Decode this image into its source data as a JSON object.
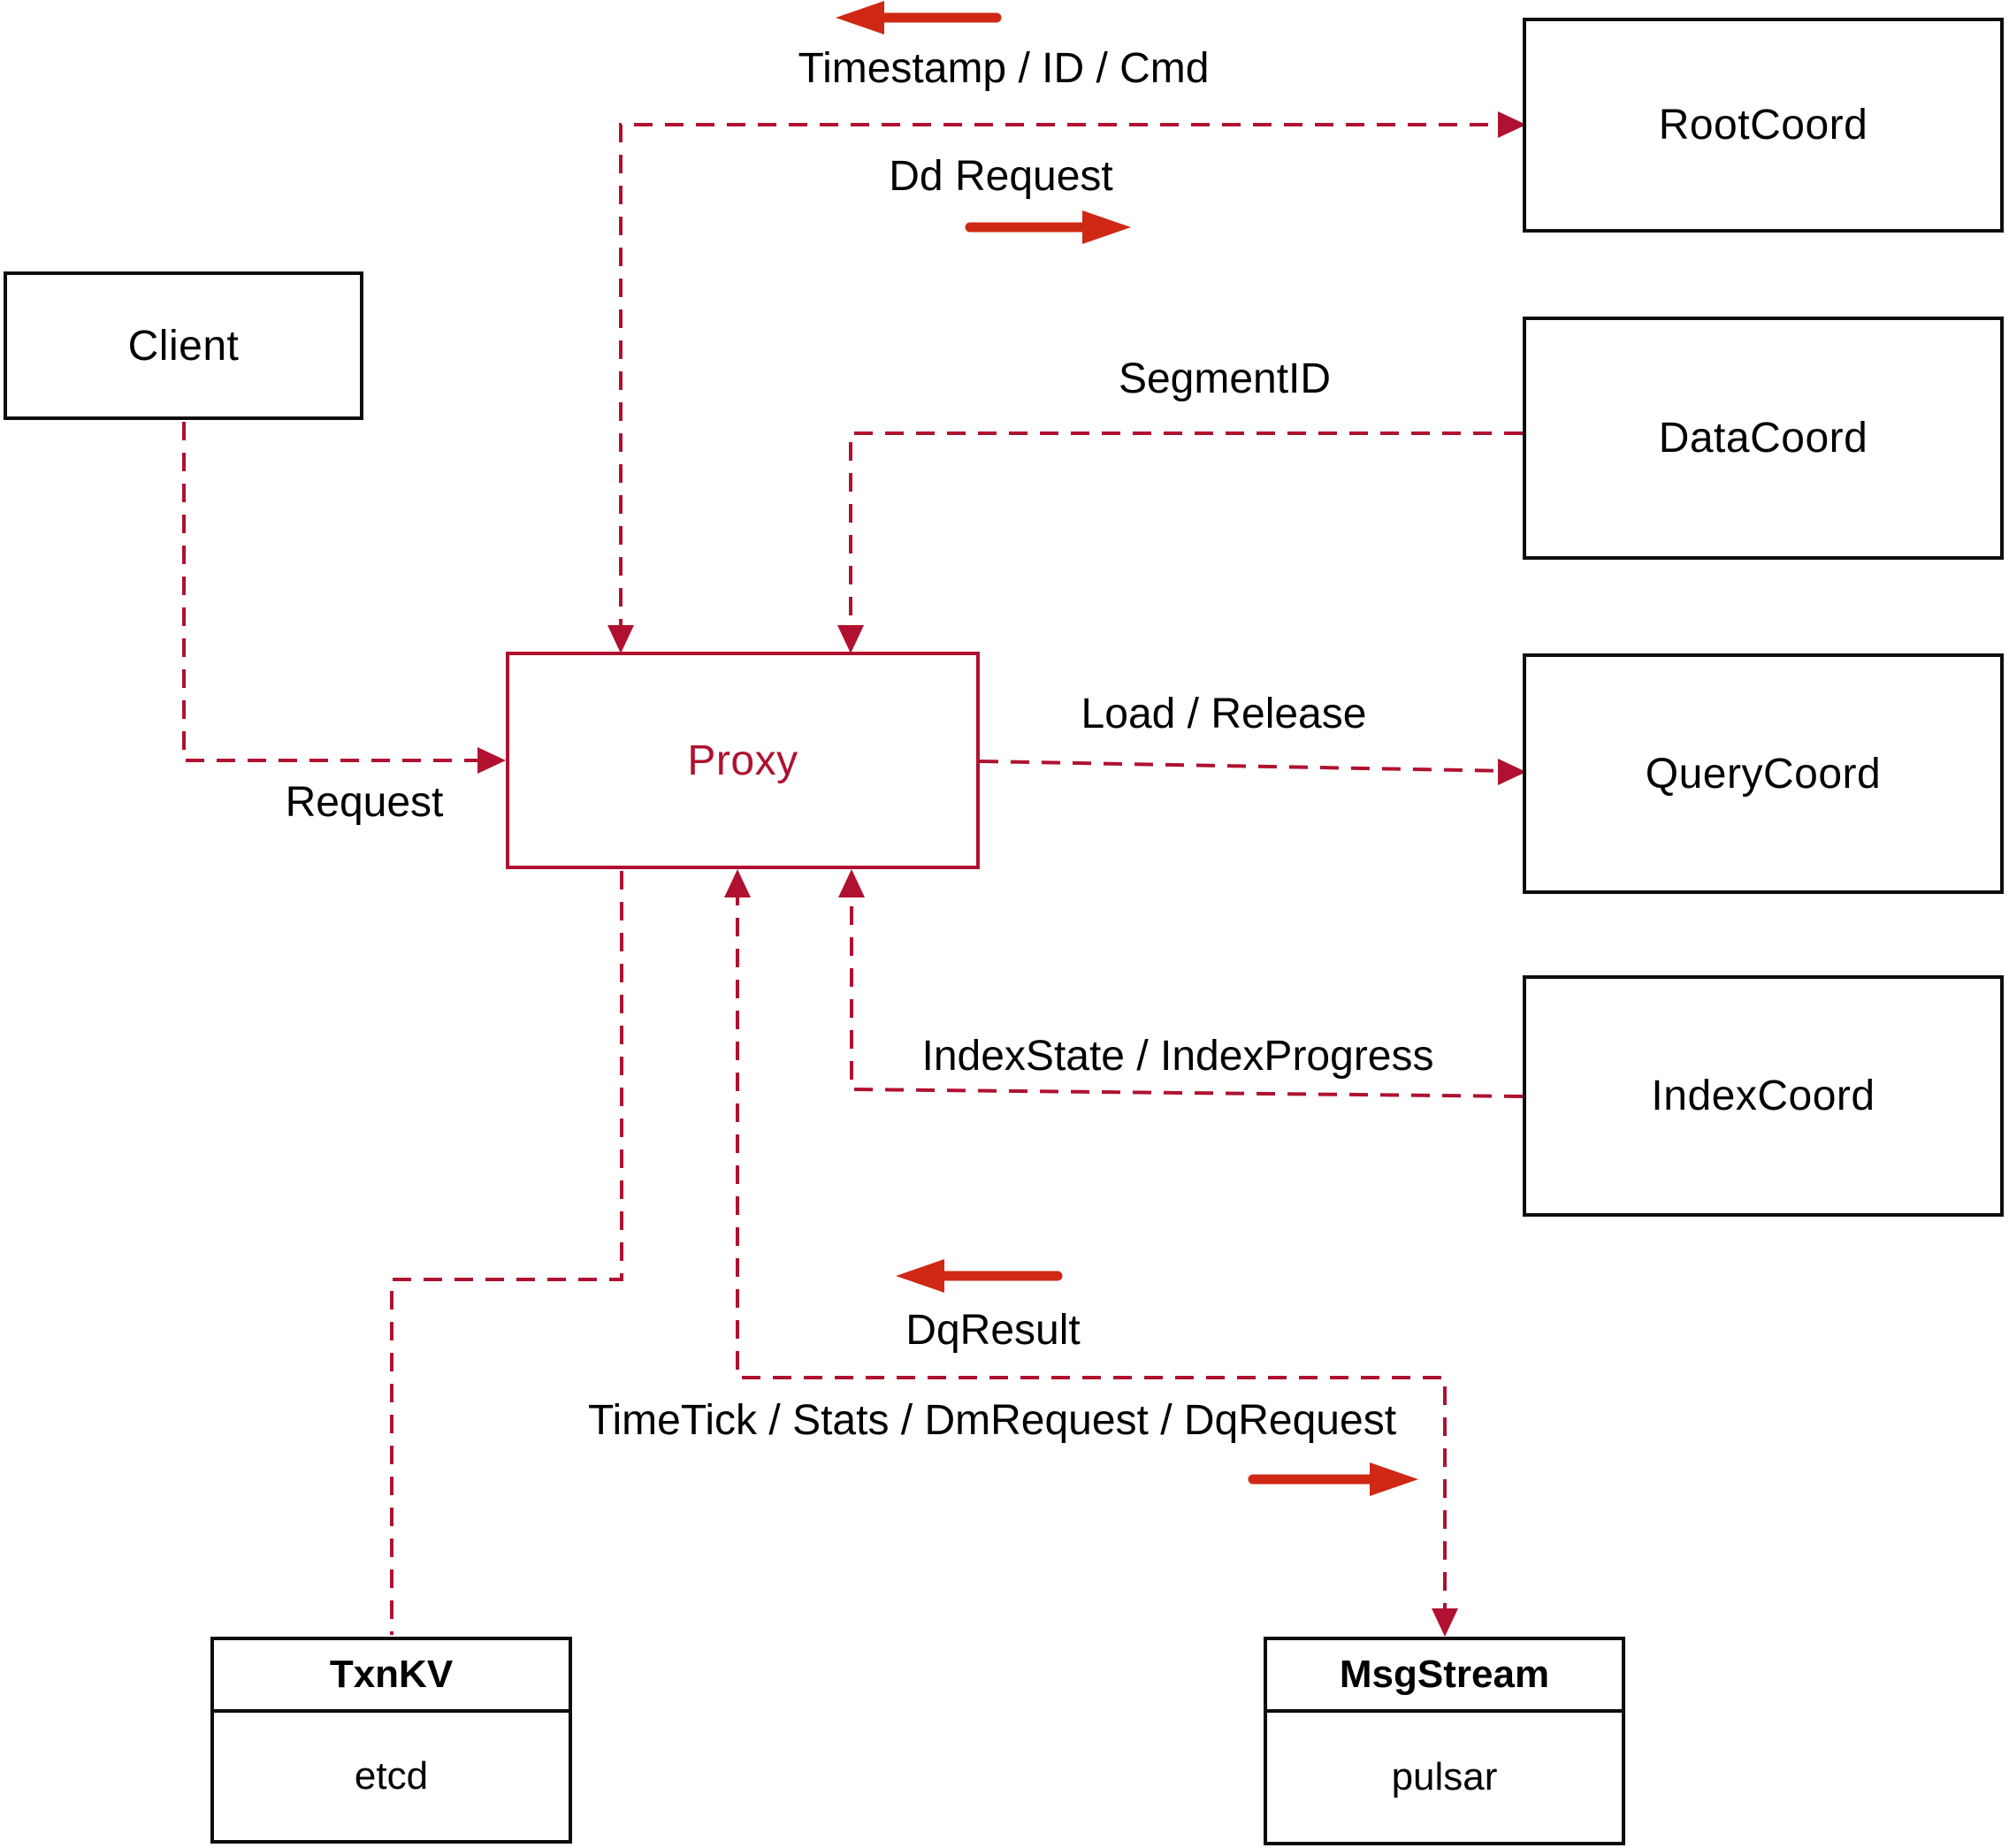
{
  "diagram": {
    "nodes": {
      "client": {
        "label": "Client"
      },
      "rootcoord": {
        "label": "RootCoord"
      },
      "datacoord": {
        "label": "DataCoord"
      },
      "querycoord": {
        "label": "QueryCoord"
      },
      "indexcoord": {
        "label": "IndexCoord"
      },
      "proxy": {
        "label": "Proxy"
      },
      "txnkv": {
        "title": "TxnKV",
        "subtitle": "etcd"
      },
      "msgstream": {
        "title": "MsgStream",
        "subtitle": "pulsar"
      }
    },
    "labels": {
      "timestamp": "Timestamp / ID / Cmd",
      "dd_request": "Dd Request",
      "segment_id": "SegmentID",
      "request": "Request",
      "load_release": "Load / Release",
      "index_state": "IndexState / IndexProgress",
      "dq_result": "DqResult",
      "timetick": "TimeTick / Stats / DmRequest / DqRequest"
    },
    "edges": [
      {
        "from": "Client",
        "to": "Proxy",
        "label": "Request",
        "style": "dashed"
      },
      {
        "from": "Proxy",
        "to": "RootCoord",
        "label": "Dd Request",
        "return_label": "Timestamp / ID / Cmd",
        "style": "dashed",
        "bidirectional": true
      },
      {
        "from": "DataCoord",
        "to": "Proxy",
        "label": "SegmentID",
        "style": "dashed"
      },
      {
        "from": "Proxy",
        "to": "QueryCoord",
        "label": "Load / Release",
        "style": "dashed"
      },
      {
        "from": "IndexCoord",
        "to": "Proxy",
        "label": "IndexState / IndexProgress",
        "style": "dashed"
      },
      {
        "from": "Proxy",
        "to": "TxnKV",
        "style": "dashed"
      },
      {
        "from": "Proxy",
        "to": "MsgStream",
        "label": "TimeTick / Stats / DmRequest / DqRequest",
        "return_label": "DqResult",
        "style": "dashed",
        "bidirectional": true
      }
    ],
    "colors": {
      "edge_dashed": "#b01130",
      "arrow_solid": "#cf2815",
      "node_border": "#0d0d0d",
      "proxy_accent": "#b01130",
      "text": "#000000",
      "background": "#ffffff"
    }
  }
}
